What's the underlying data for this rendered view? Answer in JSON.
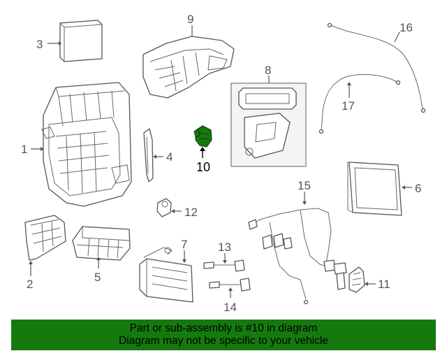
{
  "callouts": {
    "c1": "1",
    "c2": "2",
    "c3": "3",
    "c4": "4",
    "c5": "5",
    "c6": "6",
    "c7": "7",
    "c8": "8",
    "c9": "9",
    "c10": "10",
    "c11": "11",
    "c12": "12",
    "c13": "13",
    "c14": "14",
    "c15": "15",
    "c16": "16",
    "c17": "17"
  },
  "highlight": {
    "part_number": "10",
    "color": "#157a0e"
  },
  "banner": {
    "line1": "Part or sub-assembly is #10 in diagram",
    "line2": "Diagram may not be specific to your vehicle",
    "background": "#157a0e"
  }
}
